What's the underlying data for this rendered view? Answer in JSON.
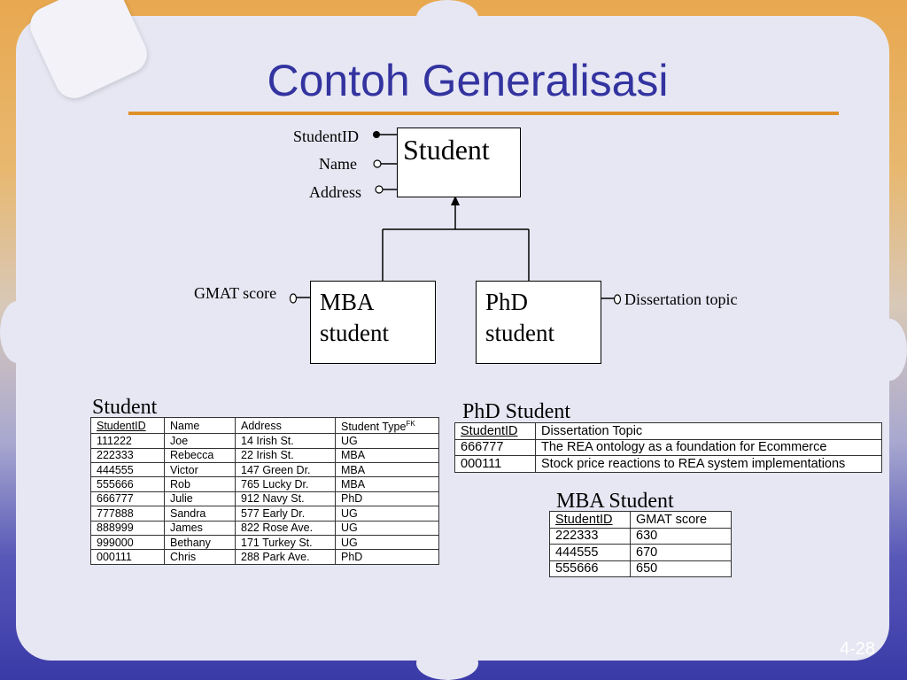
{
  "slide": {
    "title": "Contoh Generalisasi",
    "page_number": "4-28",
    "accent_color": "#e0902a",
    "title_color": "#3333a0"
  },
  "diagram": {
    "entity_student": "Student",
    "entity_mba": "MBA student",
    "entity_phd": "PhD student",
    "attributes": {
      "student_id": "StudentID",
      "name": "Name",
      "address": "Address",
      "gmat": "GMAT score",
      "dissertation": "Dissertation topic"
    }
  },
  "tables": {
    "student": {
      "title": "Student",
      "headers": [
        "StudentID",
        "Name",
        "Address",
        "Student Type"
      ],
      "fk_marker": "FK",
      "rows": [
        [
          "111222",
          "Joe",
          "14 Irish St.",
          "UG"
        ],
        [
          "222333",
          "Rebecca",
          "22 Irish St.",
          "MBA"
        ],
        [
          "444555",
          "Victor",
          "147 Green Dr.",
          "MBA"
        ],
        [
          "555666",
          "Rob",
          "765 Lucky Dr.",
          "MBA"
        ],
        [
          "666777",
          "Julie",
          "912 Navy St.",
          "PhD"
        ],
        [
          "777888",
          "Sandra",
          "577 Early Dr.",
          "UG"
        ],
        [
          "888999",
          "James",
          "822 Rose Ave.",
          "UG"
        ],
        [
          "999000",
          "Bethany",
          "171 Turkey St.",
          "UG"
        ],
        [
          "000111",
          "Chris",
          "288 Park Ave.",
          "PhD"
        ]
      ]
    },
    "phd": {
      "title": "PhD Student",
      "headers": [
        "StudentID",
        "Dissertation Topic"
      ],
      "rows": [
        [
          "666777",
          "The REA ontology as a foundation for Ecommerce"
        ],
        [
          "000111",
          "Stock price reactions to REA system implementations"
        ]
      ]
    },
    "mba": {
      "title": "MBA Student",
      "headers": [
        "StudentID",
        "GMAT score"
      ],
      "rows": [
        [
          "222333",
          "630"
        ],
        [
          "444555",
          "670"
        ],
        [
          "555666",
          "650"
        ]
      ]
    }
  }
}
